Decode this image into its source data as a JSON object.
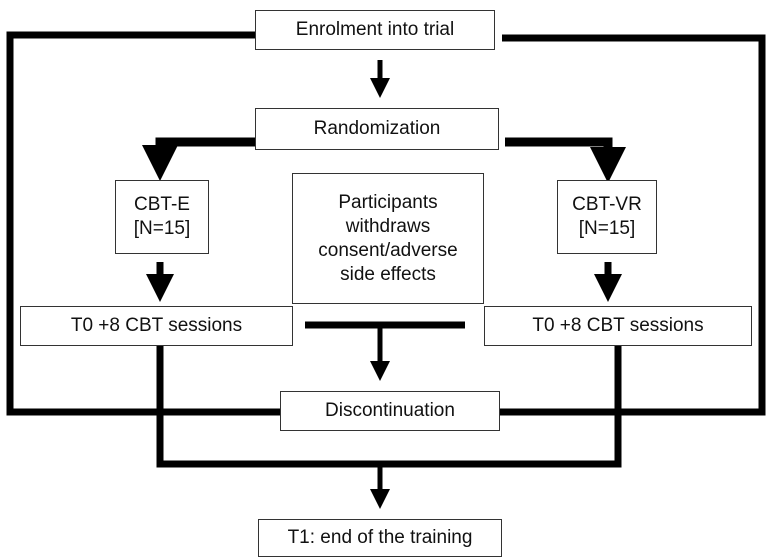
{
  "diagram": {
    "nodes": {
      "enrolment": "Enrolment into trial",
      "randomization": "Randomization",
      "cbt_e": "CBT-E\n[N=15]",
      "participants": "Participants\nwithdraws\nconsent/adverse\nside effects",
      "cbt_vr": "CBT-VR\n[N=15]",
      "t0_left": "T0 +8 CBT sessions",
      "t0_right": "T0 +8 CBT sessions",
      "discontinuation": "Discontinuation",
      "t1": "T1: end of the training"
    },
    "colors": {
      "line": "#000000",
      "border": "#333333",
      "text": "#111111"
    }
  }
}
